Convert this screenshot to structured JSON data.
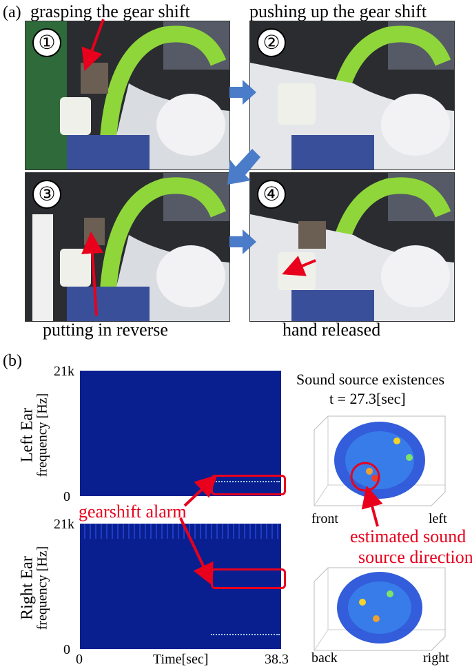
{
  "panel_a": {
    "label": "(a)",
    "steps": [
      {
        "number": "①",
        "caption": "grasping the gear shift"
      },
      {
        "number": "②",
        "caption": "pushing up the gear shift"
      },
      {
        "number": "③",
        "caption": "putting in reverse"
      },
      {
        "number": "④",
        "caption": "hand released"
      }
    ]
  },
  "panel_b": {
    "label": "(b)",
    "left_ear": {
      "label": "Left Ear",
      "axis": "frequency [Hz]",
      "y_top": "21k",
      "y_bottom": "0"
    },
    "right_ear": {
      "label": "Right Ear",
      "axis": "frequency [Hz]",
      "y_top": "21k",
      "y_bottom": "0"
    },
    "time_axis": {
      "start": "0",
      "label": "Time[sec]",
      "end": "38.3"
    },
    "alarm_label": "gearshift alarm",
    "existence_title": "Sound source existences",
    "time_readout": "t = 27.3[sec]",
    "sphere_top": {
      "label_left": "front",
      "label_right": "left"
    },
    "sphere_bottom": {
      "label_left": "back",
      "label_right": "right"
    },
    "estimate_label_line1": "estimated sound",
    "estimate_label_line2": "source direction"
  },
  "colors": {
    "accent_red": "#e8001c",
    "spectrogram_blue": "#0a1f8f",
    "arrow_blue": "#4a7cc9",
    "tube_green": "#8fd63b"
  }
}
